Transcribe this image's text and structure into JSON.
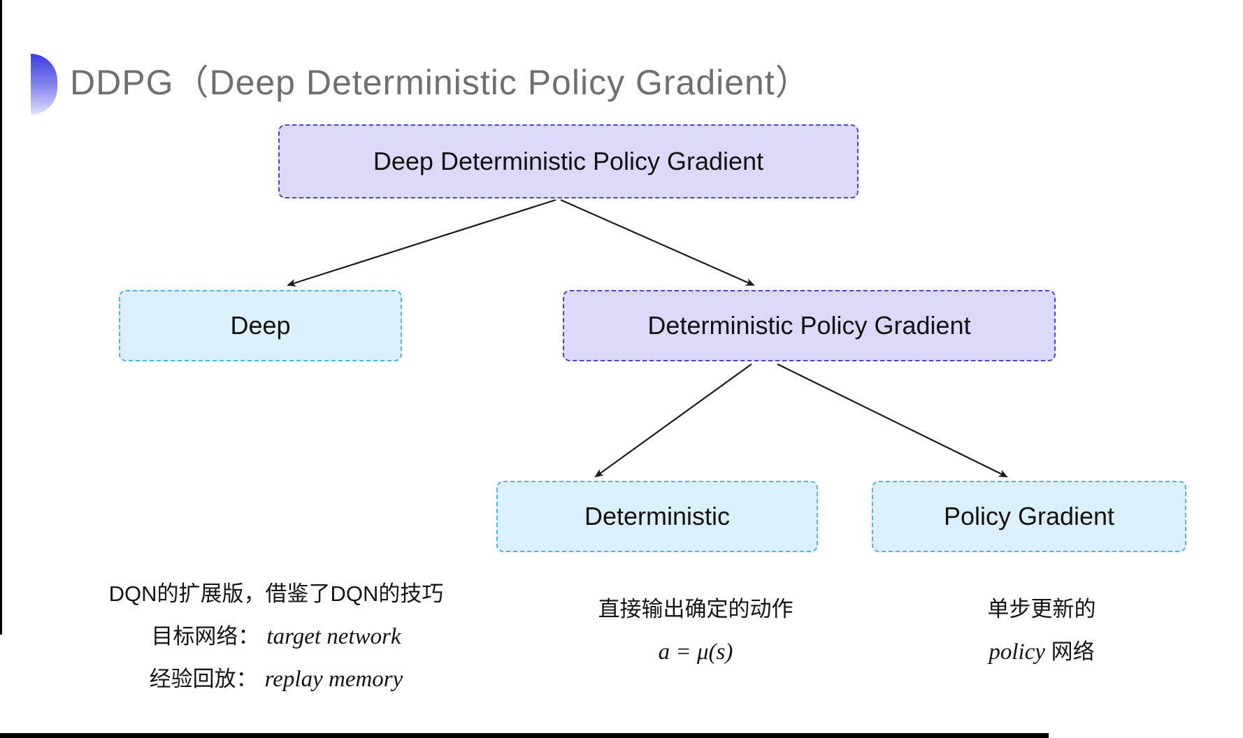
{
  "title": {
    "text": "DDPG（Deep Deterministic Policy Gradient）",
    "color": "#6f6f6f"
  },
  "colors": {
    "purple_fill": "#dbd9f7",
    "purple_border": "#4646cc",
    "cyan_fill": "#daf0fb",
    "cyan_border": "#4fb3e8",
    "arrow": "#1a1a1a",
    "accent_top": "#3d3de0",
    "accent_bottom": "#e0e2fb"
  },
  "tree": {
    "root": {
      "label": "Deep Deterministic Policy Gradient",
      "style": "purple"
    },
    "deep": {
      "label": "Deep",
      "style": "cyan"
    },
    "dpg": {
      "label": "Deterministic Policy Gradient",
      "style": "purple"
    },
    "det": {
      "label": "Deterministic",
      "style": "cyan"
    },
    "pg": {
      "label": "Policy Gradient",
      "style": "cyan"
    }
  },
  "annotations": {
    "deep": {
      "line1": "DQN的扩展版，借鉴了DQN的技巧",
      "line2_zh": "目标网络：",
      "line2_en": "target network",
      "line3_zh": "经验回放：",
      "line3_en": "replay memory"
    },
    "deterministic": {
      "line1": "直接输出确定的动作",
      "formula": "a = μ(s)"
    },
    "policy_gradient": {
      "line1": "单步更新的",
      "line2_en": "policy",
      "line2_zh": "网络"
    }
  }
}
